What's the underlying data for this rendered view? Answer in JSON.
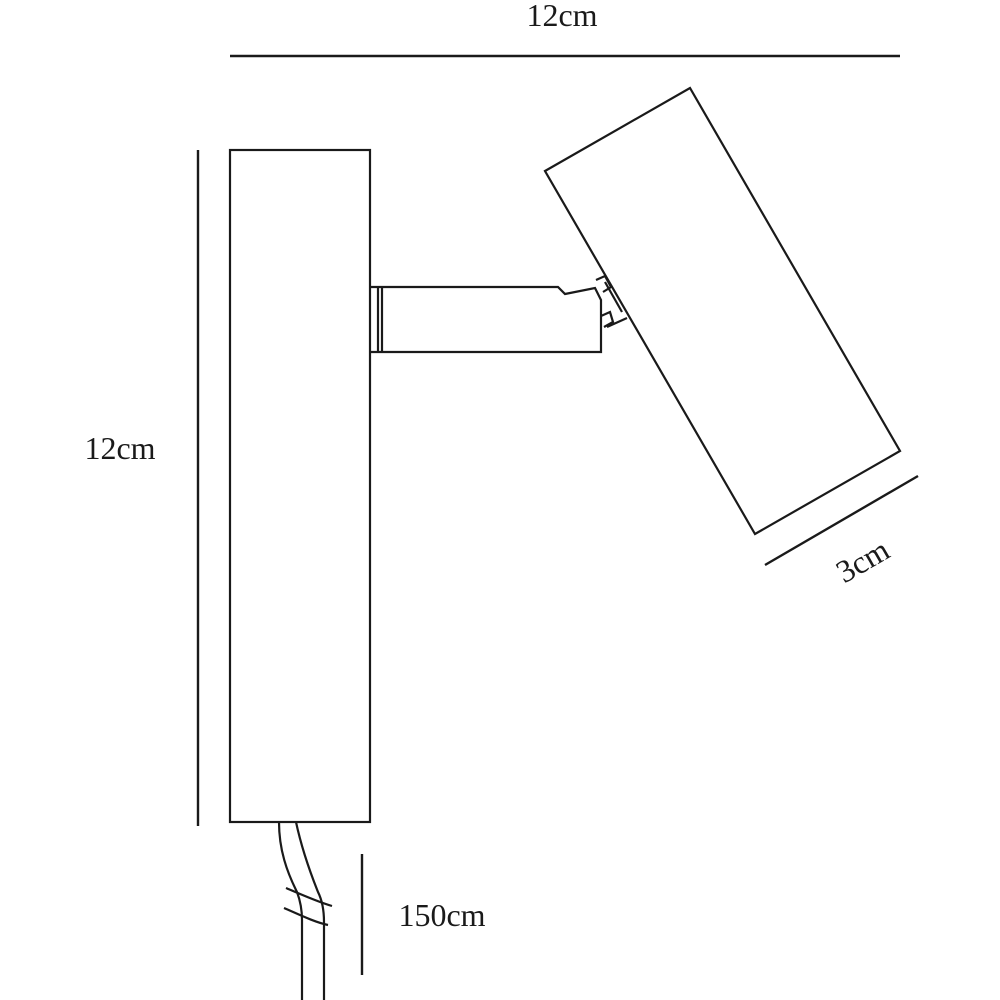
{
  "dimensions": {
    "width_label": "12cm",
    "height_label": "12cm",
    "head_diameter_label": "3cm",
    "cable_length_label": "150cm"
  },
  "colors": {
    "line": "#1a1a1a",
    "background": "#ffffff"
  }
}
